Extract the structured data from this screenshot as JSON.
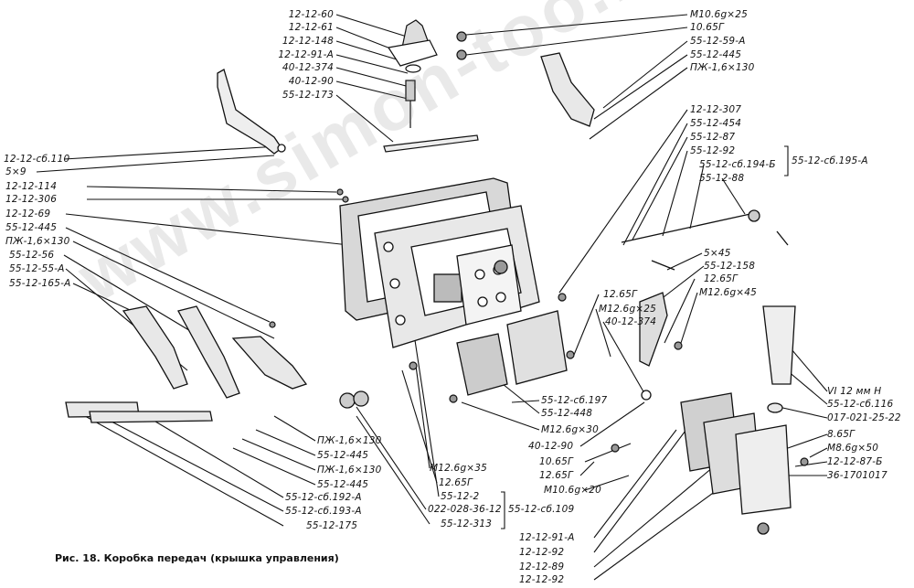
{
  "caption": "Рис. 18. Коробка передач (крышка управления)",
  "watermark": "www.simon-too.kz",
  "labels_left_top": [
    "12-12-60",
    "12-12-61",
    "12-12-148",
    "12-12-91-А",
    "40-12-374",
    "40-12-90",
    "55-12-173"
  ],
  "labels_left": [
    "12-12-сб.110",
    "5×9",
    "12-12-114",
    "12-12-306",
    "12-12-69",
    "55-12-445",
    "ПЖ-1,6×130",
    "55-12-56",
    "55-12-55-А",
    "55-12-165-А"
  ],
  "labels_right_top": [
    "М10.6g×25",
    "10.65Г",
    "55-12-59-А",
    "55-12-445",
    "ПЖ-1,6×130"
  ],
  "labels_right_mid": [
    "12-12-307",
    "55-12-454",
    "55-12-87",
    "55-12-92",
    "55-12-сб.194-Б",
    "55-12-88"
  ],
  "group_label_right": "55-12-сб.195-А",
  "labels_right_lower": [
    "5×45",
    "55-12-158",
    "12.65Г",
    "М12.6g×45"
  ],
  "labels_center_right": [
    "12.65Г",
    "М12.6g×25",
    "40-12-374"
  ],
  "labels_far_right": [
    "VI 12 мм Н",
    "55-12-сб.116",
    "017-021-25-22",
    "8.65Г",
    "М8.6g×50",
    "12-12-87-Б",
    "36-1701017"
  ],
  "labels_center": [
    "55-12-сб.197",
    "55-12-448",
    "М12.6g×30",
    "40-12-90",
    "10.65Г",
    "12.65Г",
    "М10.6g×20"
  ],
  "labels_bottom_left": [
    "ПЖ-1,6×130",
    "55-12-445",
    "ПЖ-1,6×130",
    "55-12-445",
    "55-12-сб.192-А",
    "55-12-сб.193-А",
    "55-12-175"
  ],
  "labels_bottom_center": [
    "М12.6g×35",
    "12.65Г",
    "55-12-2",
    "022-028-36-12",
    "55-12-313"
  ],
  "group_label_bottom": "55-12-сб.109",
  "labels_bottom_right": [
    "12-12-91-А",
    "12-12-92",
    "12-12-89",
    "12-12-92"
  ]
}
